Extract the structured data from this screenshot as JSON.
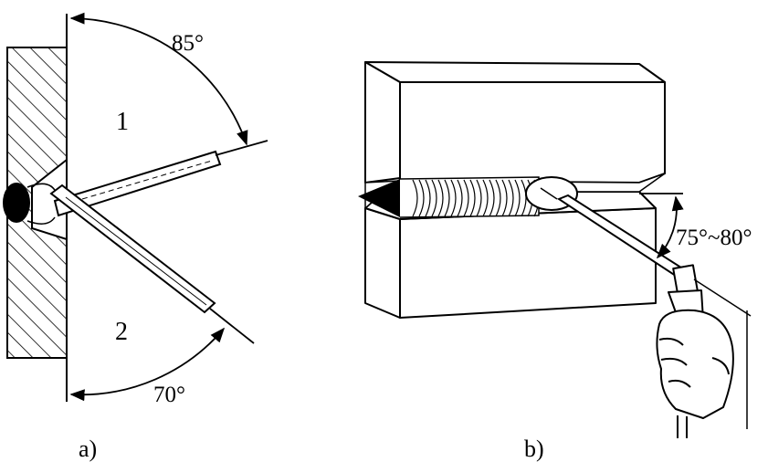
{
  "figure_a": {
    "angle_top": "85°",
    "angle_bottom": "70°",
    "position_1": "1",
    "position_2": "2",
    "caption": "a)"
  },
  "figure_b": {
    "angle": "75°~80°",
    "caption": "b)"
  }
}
